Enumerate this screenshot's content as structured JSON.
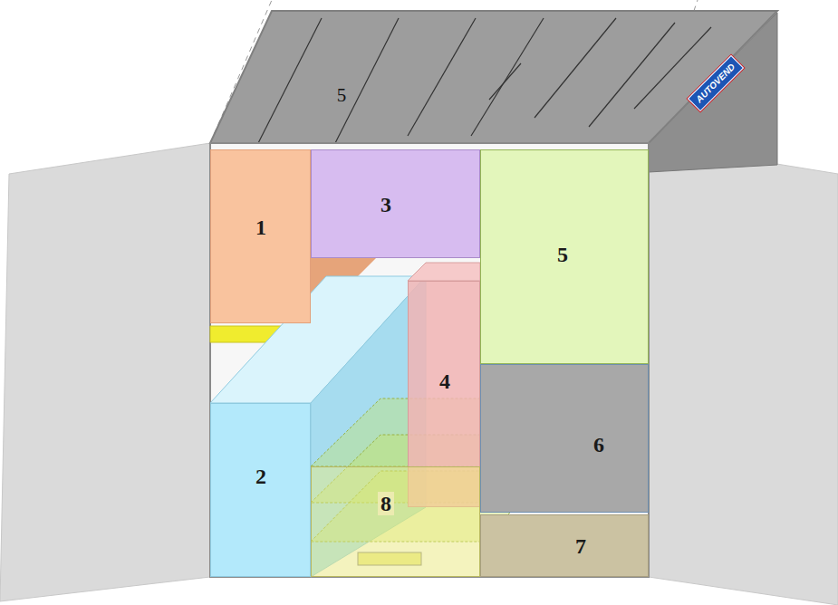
{
  "diagram": {
    "nodes": [
      {
        "text": [
          "1"
        ]
      },
      {
        "text": [
          "3"
        ]
      },
      {
        "text": [
          "5"
        ]
      },
      {
        "text": [
          "4"
        ]
      },
      {
        "text": [
          "2"
        ]
      },
      {
        "text": [
          "6"
        ]
      },
      {
        "text": [
          "8"
        ]
      },
      {
        "text": [
          "7"
        ]
      }
    ],
    "labels": [
      "5",
      "AUTOVEND"
    ]
  }
}
